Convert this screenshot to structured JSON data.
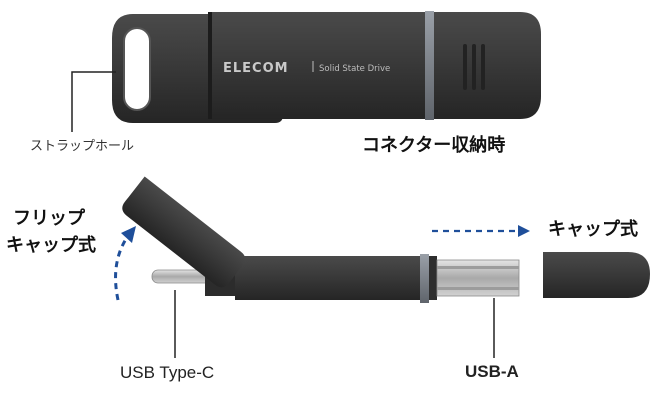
{
  "labels": {
    "strap_hole": "ストラップホール",
    "stowed_state": "コネクター収納時",
    "flip_cap_line1": "フリップ",
    "flip_cap_line2": "キャップ式",
    "cap_type": "キャップ式",
    "usb_type_c": "USB Type-C",
    "usb_a": "USB-A"
  },
  "device": {
    "brand": "ELECOM",
    "model_text": "Solid State Drive"
  },
  "colors": {
    "body": "#3b3b3b",
    "body_dark": "#2a2a2a",
    "ring": "#8a8f96",
    "arrow": "#1f4f9a",
    "metal": "#b9b9b9"
  },
  "icons": {
    "flip_arrow": "curved-arrow-up-icon",
    "cap_arrow": "dashed-arrow-right-icon"
  }
}
